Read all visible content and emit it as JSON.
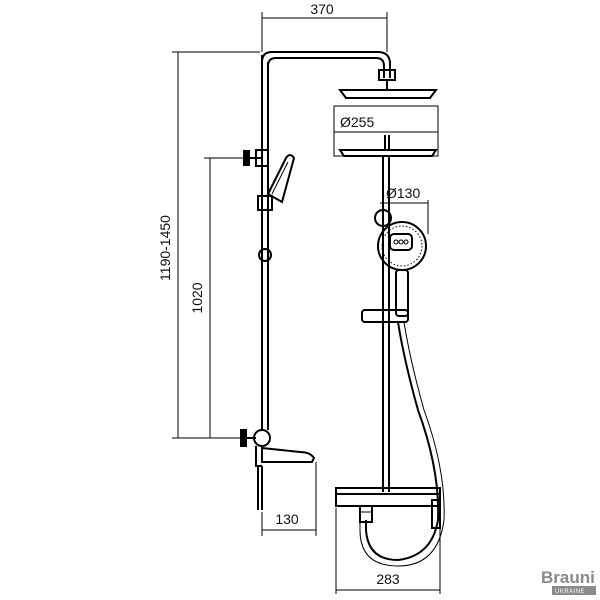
{
  "dimensions": {
    "arm_reach": "370",
    "head_diameter": "Ø255",
    "handshower_diameter": "Ø130",
    "total_height_range": "1190-1450",
    "mixer_to_holder": "1020",
    "spout_projection": "130",
    "mixer_width": "283"
  },
  "logo": {
    "word": "Brauni",
    "sub": "UKRAINE"
  },
  "colors": {
    "line": "#000000",
    "logo": "#8a8a8a"
  }
}
